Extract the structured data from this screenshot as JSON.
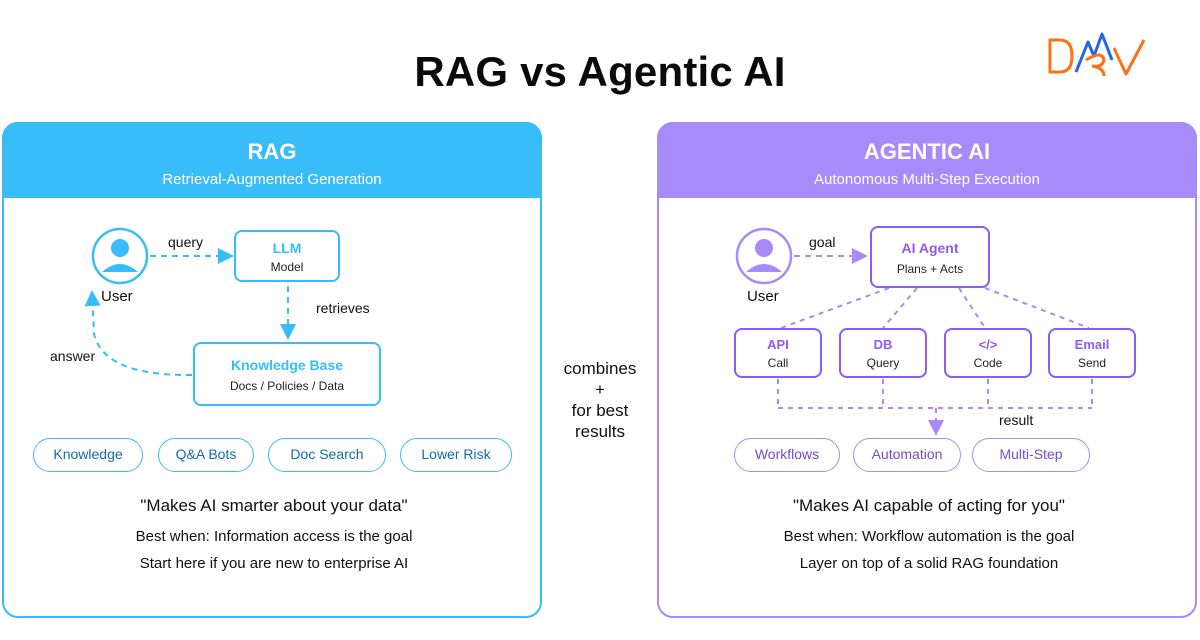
{
  "title": "RAG vs Agentic AI",
  "logo": {
    "text": "D3V",
    "colors": [
      "#f97316",
      "#2563eb"
    ]
  },
  "middle": {
    "text_lines": [
      "combines",
      "+",
      "for best",
      "results"
    ]
  },
  "rag": {
    "heading": "RAG",
    "subheading": "Retrieval-Augmented Generation",
    "user_label": "User",
    "query_label": "query",
    "retrieves_label": "retrieves",
    "answer_label": "answer",
    "llm": {
      "title": "LLM",
      "subtitle": "Model"
    },
    "kb": {
      "title": "Knowledge Base",
      "subtitle": "Docs / Policies / Data"
    },
    "pills": [
      "Knowledge",
      "Q&A Bots",
      "Doc Search",
      "Lower Risk"
    ],
    "quote": "\"Makes AI smarter about your data\"",
    "best_when": "Best when: Information access is the goal",
    "note": "Start here if you are new to enterprise AI",
    "color": "#38bdf8"
  },
  "agentic": {
    "heading": "AGENTIC AI",
    "subheading": "Autonomous Multi-Step Execution",
    "user_label": "User",
    "goal_label": "goal",
    "result_label": "result",
    "agent": {
      "title": "AI Agent",
      "subtitle": "Plans + Acts"
    },
    "tools": [
      {
        "title": "API",
        "subtitle": "Call"
      },
      {
        "title": "DB",
        "subtitle": "Query"
      },
      {
        "title": "</>",
        "subtitle": "Code"
      },
      {
        "title": "Email",
        "subtitle": "Send"
      }
    ],
    "pills": [
      "Workflows",
      "Automation",
      "Multi-Step"
    ],
    "quote": "\"Makes AI capable of acting for you\"",
    "best_when": "Best when: Workflow automation is the goal",
    "note": "Layer on top of a solid RAG foundation",
    "color": "#a78bfa"
  }
}
